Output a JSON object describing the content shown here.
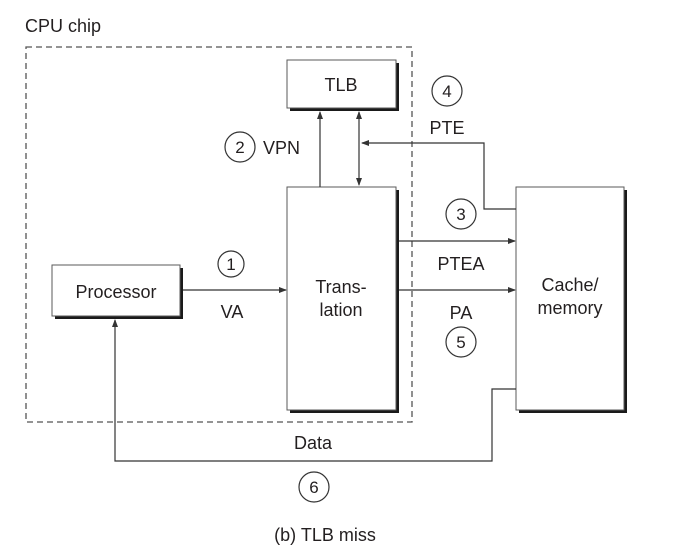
{
  "chip_label": "CPU chip",
  "caption": "(b) TLB miss",
  "components": {
    "tlb": "TLB",
    "processor": "Processor",
    "translation_line1": "Trans-",
    "translation_line2": "lation",
    "cache_line1": "Cache/",
    "cache_line2": "memory"
  },
  "signals": {
    "va": "VA",
    "vpn": "VPN",
    "pte": "PTE",
    "ptea": "PTEA",
    "pa": "PA",
    "data": "Data"
  },
  "steps": {
    "s1": "1",
    "s2": "2",
    "s3": "3",
    "s4": "4",
    "s5": "5",
    "s6": "6"
  }
}
